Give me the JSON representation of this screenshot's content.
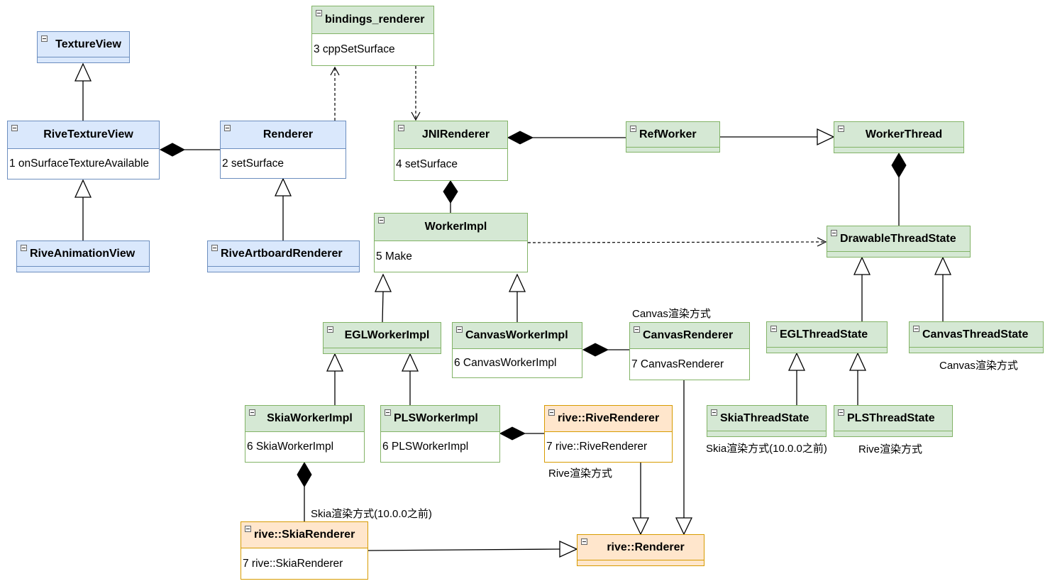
{
  "classes": {
    "texture_view": {
      "name": "TextureView"
    },
    "rive_texture_view": {
      "name": "RiveTextureView",
      "method": "1 onSurfaceTextureAvailable"
    },
    "rive_animation_view": {
      "name": "RiveAnimationView"
    },
    "renderer": {
      "name": "Renderer",
      "method": "2 setSurface"
    },
    "rive_artboard_renderer": {
      "name": "RiveArtboardRenderer"
    },
    "bindings_renderer": {
      "name": "bindings_renderer",
      "method": "3 cppSetSurface"
    },
    "jni_renderer": {
      "name": "JNIRenderer",
      "method": "4 setSurface"
    },
    "ref_worker": {
      "name": "RefWorker"
    },
    "worker_thread": {
      "name": "WorkerThread"
    },
    "worker_impl": {
      "name": "WorkerImpl",
      "method": "5 Make"
    },
    "drawable_thread_state": {
      "name": "DrawableThreadState"
    },
    "egl_worker_impl": {
      "name": "EGLWorkerImpl"
    },
    "canvas_worker_impl": {
      "name": "CanvasWorkerImpl",
      "method": "6 CanvasWorkerImpl"
    },
    "canvas_renderer": {
      "name": "CanvasRenderer",
      "method": "7 CanvasRenderer"
    },
    "egl_thread_state": {
      "name": "EGLThreadState"
    },
    "canvas_thread_state": {
      "name": "CanvasThreadState"
    },
    "skia_worker_impl": {
      "name": "SkiaWorkerImpl",
      "method": "6 SkiaWorkerImpl"
    },
    "pls_worker_impl": {
      "name": "PLSWorkerImpl",
      "method": "6 PLSWorkerImpl"
    },
    "rive_renderer": {
      "name": "rive::RiveRenderer",
      "method": "7 rive::RiveRenderer"
    },
    "skia_thread_state": {
      "name": "SkiaThreadState"
    },
    "pls_thread_state": {
      "name": "PLSThreadState"
    },
    "rive_skia_renderer": {
      "name": "rive::SkiaRenderer",
      "method": "7 rive::SkiaRenderer"
    },
    "rive_base_renderer": {
      "name": "rive::Renderer"
    }
  },
  "notes": {
    "canvas_renderer_note": "Canvas渲染方式",
    "canvas_thread_state_note": "Canvas渲染方式",
    "skia_thread_state_note": "Skia渲染方式(10.0.0之前)",
    "pls_thread_state_note": "Rive渲染方式",
    "rive_renderer_note": "Rive渲染方式",
    "skia_renderer_note": "Skia渲染方式(10.0.0之前)"
  },
  "colors": {
    "blue_fill": "#dae8fc",
    "blue_stroke": "#6c8ebf",
    "green_fill": "#d5e8d4",
    "green_stroke": "#82b366",
    "orange_fill": "#ffe6cc",
    "orange_stroke": "#d79b00"
  },
  "relations": [
    {
      "from": "RiveTextureView",
      "to": "TextureView",
      "type": "inheritance"
    },
    {
      "from": "RiveAnimationView",
      "to": "RiveTextureView",
      "type": "inheritance"
    },
    {
      "from": "Renderer",
      "to": "RiveTextureView",
      "type": "composition"
    },
    {
      "from": "RiveArtboardRenderer",
      "to": "Renderer",
      "type": "inheritance"
    },
    {
      "from": "Renderer",
      "to": "bindings_renderer",
      "type": "dependency"
    },
    {
      "from": "bindings_renderer",
      "to": "JNIRenderer",
      "type": "dependency"
    },
    {
      "from": "RefWorker",
      "to": "JNIRenderer",
      "type": "composition"
    },
    {
      "from": "RefWorker",
      "to": "WorkerThread",
      "type": "inheritance"
    },
    {
      "from": "WorkerImpl",
      "to": "JNIRenderer",
      "type": "composition"
    },
    {
      "from": "DrawableThreadState",
      "to": "WorkerThread",
      "type": "composition"
    },
    {
      "from": "WorkerImpl",
      "to": "DrawableThreadState",
      "type": "dependency"
    },
    {
      "from": "EGLWorkerImpl",
      "to": "WorkerImpl",
      "type": "inheritance"
    },
    {
      "from": "CanvasWorkerImpl",
      "to": "WorkerImpl",
      "type": "inheritance"
    },
    {
      "from": "CanvasRenderer",
      "to": "CanvasWorkerImpl",
      "type": "composition"
    },
    {
      "from": "EGLThreadState",
      "to": "DrawableThreadState",
      "type": "inheritance"
    },
    {
      "from": "CanvasThreadState",
      "to": "DrawableThreadState",
      "type": "inheritance"
    },
    {
      "from": "SkiaWorkerImpl",
      "to": "EGLWorkerImpl",
      "type": "inheritance"
    },
    {
      "from": "PLSWorkerImpl",
      "to": "EGLWorkerImpl",
      "type": "inheritance"
    },
    {
      "from": "rive::RiveRenderer",
      "to": "PLSWorkerImpl",
      "type": "composition"
    },
    {
      "from": "SkiaThreadState",
      "to": "EGLThreadState",
      "type": "inheritance"
    },
    {
      "from": "PLSThreadState",
      "to": "EGLThreadState",
      "type": "inheritance"
    },
    {
      "from": "rive::SkiaRenderer",
      "to": "SkiaWorkerImpl",
      "type": "composition"
    },
    {
      "from": "rive::SkiaRenderer",
      "to": "rive::Renderer",
      "type": "inheritance"
    },
    {
      "from": "rive::RiveRenderer",
      "to": "rive::Renderer",
      "type": "inheritance"
    },
    {
      "from": "CanvasRenderer",
      "to": "rive::Renderer",
      "type": "inheritance"
    }
  ]
}
